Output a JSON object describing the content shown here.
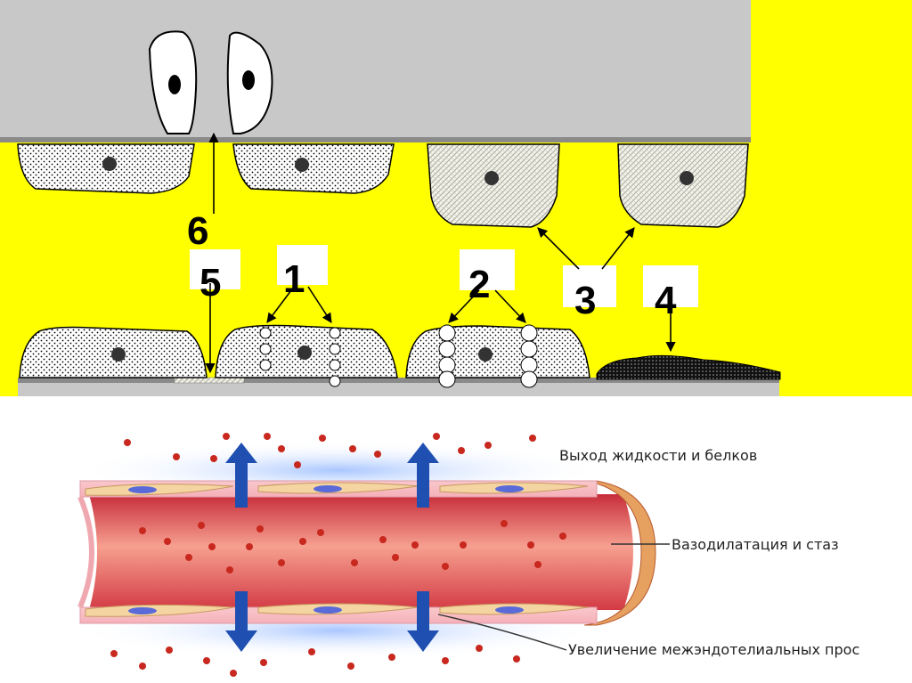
{
  "top_diagram": {
    "labels": [
      "6",
      "5",
      "1",
      "2",
      "3",
      "4"
    ]
  },
  "bottom_diagram": {
    "captions": [
      "Выход жидкости и белков",
      "Вазодилатация и стаз",
      "Увеличение межэндотелиальных прос"
    ]
  },
  "colors": {
    "background_top": "#ffff00",
    "tissue_gray": "#c8c8c8",
    "vessel_red": "#e8504a",
    "arrow_blue": "#1f4fb0",
    "halo_blue": "#aac8ff"
  }
}
